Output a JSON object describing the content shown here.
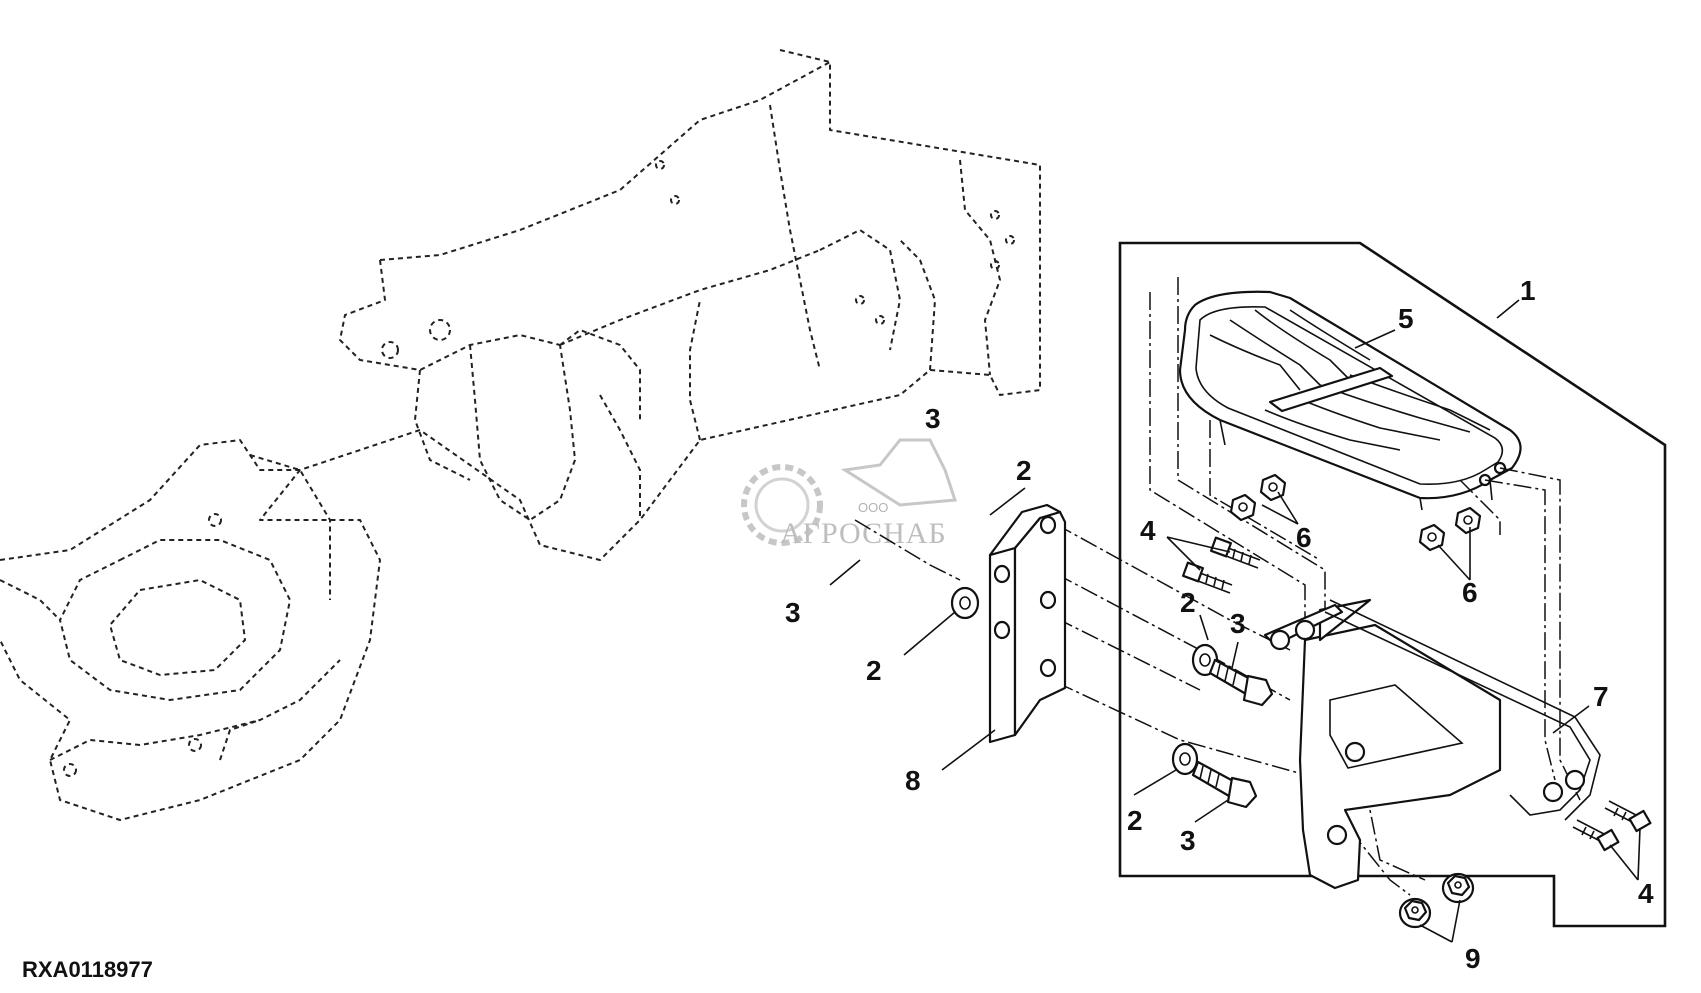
{
  "figure": {
    "id": "RXA0118977"
  },
  "watermark": {
    "company_prefix": "ООО",
    "company_name": "АГРОСНАБ"
  },
  "callouts": {
    "c1": "1",
    "c2a": "2",
    "c2b": "2",
    "c2c": "2",
    "c2d": "2",
    "c3a": "3",
    "c3b": "3",
    "c3c": "3",
    "c3d": "3",
    "c4a": "4",
    "c4b": "4",
    "c5": "5",
    "c6a": "6",
    "c6b": "6",
    "c7": "7",
    "c8": "8",
    "c9": "9"
  },
  "colors": {
    "line": "#111111",
    "background": "#ffffff",
    "watermark": "#a9a9a9"
  }
}
